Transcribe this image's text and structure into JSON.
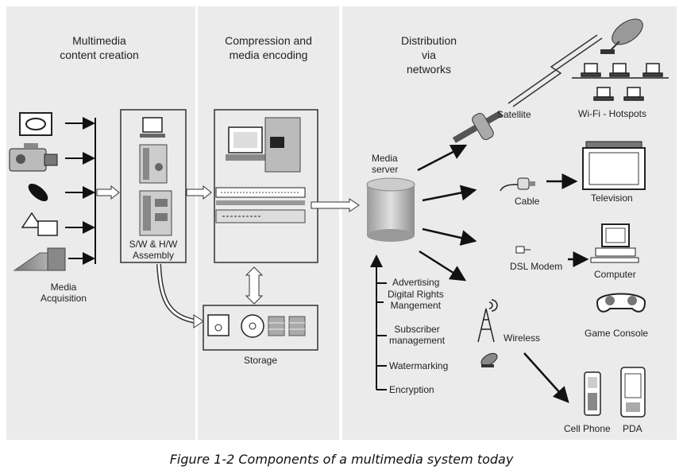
{
  "columns": {
    "creation": "Multimedia\ncontent creation",
    "encoding": "Compression and\nmedia encoding",
    "distribution": "Distribution\nvia\nnetworks"
  },
  "labels": {
    "media_acquisition": "Media\nAcquisition",
    "assembly": "S/W & H/W\nAssembly",
    "storage": "Storage",
    "media_server": "Media\nserver",
    "satellite": "Satellite",
    "wifi": "Wi-Fi - Hotspots",
    "cable": "Cable",
    "television": "Television",
    "dsl": "DSL Modem",
    "computer": "Computer",
    "game_console": "Game Console",
    "wireless": "Wireless",
    "cell_phone": "Cell Phone",
    "pda": "PDA"
  },
  "services": [
    "Advertising",
    "Digital Rights\nMangement",
    "Subscriber\nmanagement",
    "Watermarking",
    "Encryption"
  ],
  "caption": "Figure 1-2 Components of a multimedia system today"
}
